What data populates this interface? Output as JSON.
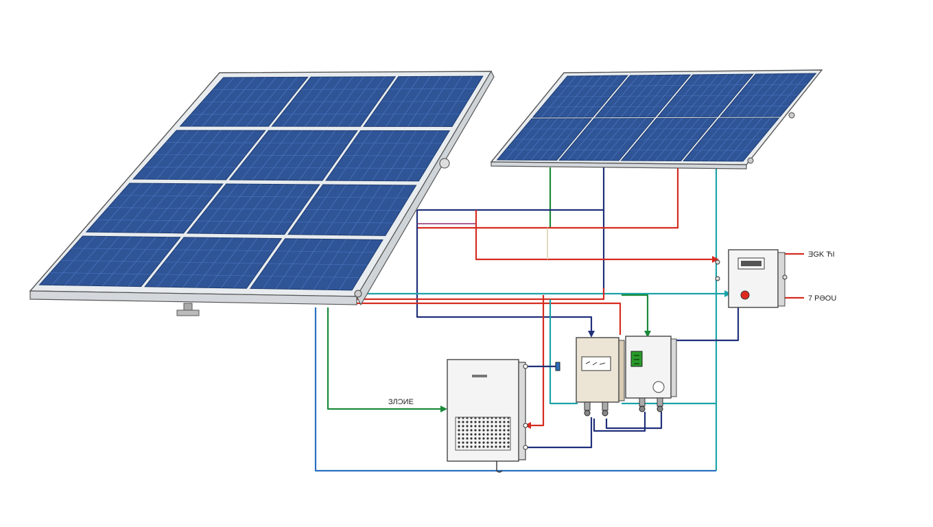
{
  "colors": {
    "background": "#ffffff",
    "panel_cell": "#2f5597",
    "panel_cell_light": "#4a74c0",
    "panel_frame": "#e8ecef",
    "panel_edge": "#555555",
    "wire_green": "#1a8a3a",
    "wire_red": "#d62a1f",
    "wire_navy": "#1f2f7a",
    "wire_teal": "#1aa3a8",
    "wire_blue": "#2a6fc0",
    "wire_purple": "#8a2a6a",
    "device_body": "#f4f4f4",
    "device_beige": "#ece4d4",
    "indicator_red": "#e02a1f",
    "display_green": "#2a9a2a"
  },
  "labels": {
    "controller_output_top": "ƎGK ЋI",
    "controller_output_bottom": "7 PƏOU",
    "inverter_input": "ЗЛƆИE"
  },
  "components": {
    "panel_left": "solar-panel",
    "panel_right": "solar-panel",
    "inverter": "inverter",
    "meter_left": "meter",
    "meter_right": "meter",
    "control_box": "control-box"
  }
}
